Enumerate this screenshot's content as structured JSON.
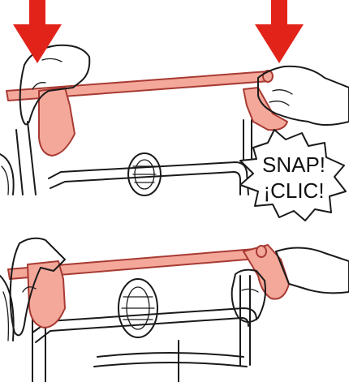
{
  "callout": {
    "line1": "SNAP!",
    "line2": "¡CLIC!"
  },
  "colors": {
    "part_fill": "#f3a89a",
    "part_outline": "#a83a33",
    "arrow": "#e2231a",
    "line_art": "#1a1a1a",
    "background": "#ffffff"
  },
  "icons": [
    "down-arrow-icon",
    "hand-icon",
    "bumper-bar",
    "stroller-frame",
    "wheel",
    "snap-starburst"
  ]
}
